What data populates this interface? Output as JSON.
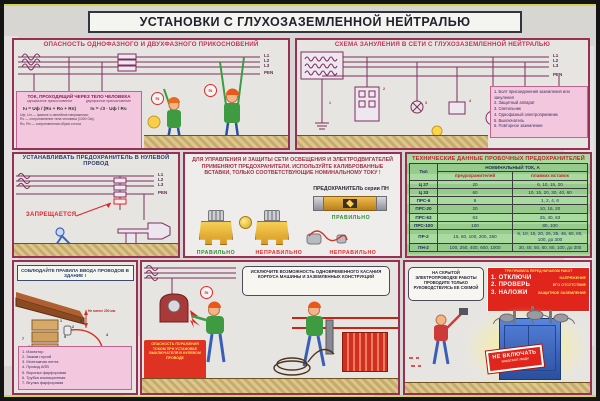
{
  "colors": {
    "frame_black": "#141414",
    "background_gray": "#d7d6d3",
    "panel_border_maroon": "#963155",
    "header_red": "#c3335a",
    "wire_purple": "#7c2f5e",
    "pink_box": "#f3c7de",
    "table_green": "#a9da9f",
    "ground_tan": "#dcc68c",
    "correct_green": "#2d8a2d",
    "wrong_red": "#e02828",
    "sign_red": "#e0251d",
    "transformer_blue": "#3a62b8",
    "highlight_yellow": "#ffdf52"
  },
  "title": "УСТАНОВКИ С ГЛУХОЗАЗЕМЛЕННОЙ НЕЙТРАЛЬЮ",
  "touch_danger": {
    "title": "ОПАСНОСТЬ ОДНОФАЗНОГО И ДВУХФАЗНОГО ПРИКОСНОВЕНИЙ",
    "line_labels": [
      "L1",
      "L2",
      "L3",
      "PEN"
    ],
    "current_badge": "Iч",
    "formula_box": {
      "title": "ТОК, ПРОХОДЯЩИЙ ЧЕРЕЗ ТЕЛО ЧЕЛОВЕКА",
      "left_case": "однофазное прикосновение",
      "right_case": "двухфазное прикосновение",
      "left_formula": "Iч = Uф / (Rч + Rо + Rп)",
      "right_formula": "Iч = √3 · Uф / Rч",
      "notes": [
        "Uф, Uл — фазное и линейное напряжения;",
        "Rч — сопротивление тела человека (1000 Ом);",
        "Rо, Rп — сопротивления обуви и пола"
      ]
    }
  },
  "grounding_scheme": {
    "title": "СХЕМА ЗАНУЛЕНИЯ В СЕТИ С ГЛУХОЗАЗЕМЛЕННОЙ НЕЙТРАЛЬЮ",
    "line_labels": [
      "L1",
      "L2",
      "L3",
      "PEN"
    ],
    "markers": [
      "1",
      "2",
      "3",
      "4",
      "5",
      "6"
    ],
    "legend": [
      "1. Болт присоединения заземления или зануления",
      "2. Защитный аппарат",
      "3. Светильник",
      "4. Однофазный электроприемник",
      "5. Выключатель",
      "6. Повторное заземление"
    ]
  },
  "neutral_fuse": {
    "title": "УСТАНАВЛИВАТЬ ПРЕДОХРАНИТЕЛЬ В НУЛЕВОЙ ПРОВОД",
    "forbidden": "ЗАПРЕЩАЕТСЯ",
    "line_labels": [
      "L1",
      "L2",
      "L3",
      "PEN"
    ]
  },
  "fuse_rules": {
    "text": "ДЛЯ УПРАВЛЕНИЯ И ЗАЩИТЫ СЕТИ ОСВЕЩЕНИЯ И ЭЛЕКТРОДВИГАТЕЛЕЙ ПРИМЕНЯЮТ ПРЕДОХРАНИТЕЛИ. ИСПОЛЬЗУЙТЕ КАЛИБРОВАННЫЕ ВСТАВКИ, ТОЛЬКО СООТВЕТСТВУЮЩИЕ НОМИНАЛЬНОМУ ТОКУ !",
    "pn_label": "ПРЕДОХРАНИТЕЛЬ серии ПН",
    "verdicts": [
      "ПРАВИЛЬНО",
      "НЕПРАВИЛЬНО",
      "НЕПРАВИЛЬНО",
      "ПРАВИЛЬНО"
    ]
  },
  "fuse_table": {
    "title": "ТЕХНИЧЕСКИЕ ДАННЫЕ ПРОБОЧНЫХ ПРЕДОХРАНИТЕЛЕЙ",
    "col_type": "Тип",
    "col_current": "НОМИНАЛЬНЫЙ ТОК, А",
    "col_fuses": "предохранителей",
    "col_links": "плавких вставок",
    "rows": [
      {
        "type": "Ц 27",
        "fuse": "20",
        "links": "6, 10, 15, 20"
      },
      {
        "type": "Ц 33",
        "fuse": "60",
        "links": "10, 15, 20, 30, 40, 60"
      },
      {
        "type": "ПРС-6",
        "fuse": "6",
        "links": "1, 2, 4, 6"
      },
      {
        "type": "ПРС-20",
        "fuse": "20",
        "links": "10, 16, 20"
      },
      {
        "type": "ПРС-63",
        "fuse": "63",
        "links": "25, 40, 63"
      },
      {
        "type": "ПРС-100",
        "fuse": "100",
        "links": "80, 100"
      },
      {
        "type": "ПР-2",
        "fuse": "15, 60, 100, 200, 350",
        "links": "6, 10, 15, 20, 25, 35, 45, 60, 80, 100, до 300"
      },
      {
        "type": "ПН-2",
        "fuse": "100, 250, 400, 600, 1000",
        "links": "30, 40, 50, 60, 80, 100, до 300"
      }
    ]
  },
  "wire_entry": {
    "title": "СОБЛЮДАЙТЕ ПРАВИЛА ВВОДА ПРОВОДОВ В ЗДАНИЕ !",
    "dimension": "Не менее 200 мм",
    "markers": [
      "1",
      "2",
      "3",
      "4",
      "5",
      "6",
      "7"
    ],
    "legend": [
      "1. Изолятор",
      "2. Зажим глухой",
      "3. Монтажная лента",
      "4. Провод АПВ",
      "5. Воронка фарфоровая",
      "6. Трубка изоляционная",
      "7. Втулка фарфоровая"
    ]
  },
  "simultaneous_touch": {
    "note": "ИСКЛЮЧИТЕ ВОЗМОЖНОСТЬ ОДНОВРЕМЕННОГО КАСАНИЯ КОРПУСА МАШИНЫ И ЗАЗЕМЛЕННЫХ КОНСТРУКЦИЙ",
    "warning": "ОПАСНОСТЬ ПОРАЖЕНИЯ ТОКОМ ПРИ УСТАНОВКЕ ВЫКЛЮЧАТЕЛЯ В НУЛЕВОМ ПРОВОДЕ",
    "current_badge": "Iч"
  },
  "hidden_wiring": {
    "note": "НА СКРЫТОЙ ЭЛЕКТРОПРОВОДКЕ РАБОТЫ ПРОВОДИТЕ ТОЛЬКО РУКОВОДСТВУЯСЬ ЕЕ СХЕМОЙ",
    "rules_header": "ТРИ ПРАВИЛА ПЕРЕД НАЧАЛОМ РАБОТ",
    "rules": [
      {
        "action": "1. ОТКЛЮЧИ",
        "object": "НАПРЯЖЕНИЕ"
      },
      {
        "action": "2. ПРОВЕРЬ",
        "object": "ЕГО ОТСУТСТВИЕ"
      },
      {
        "action": "3. НАЛОЖИ",
        "object": "ЗАЩИТНОЕ ЗАЗЕМЛЕНИЕ"
      }
    ],
    "sign_line1": "НЕ ВКЛЮЧАТЬ",
    "sign_line2": "РАБОТАЮТ ЛЮДИ"
  }
}
